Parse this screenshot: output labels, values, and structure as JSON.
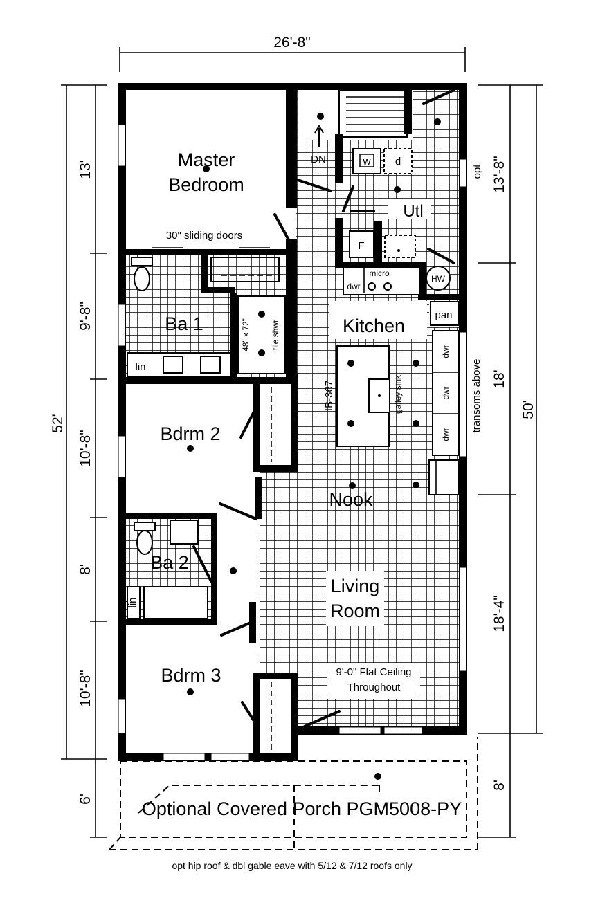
{
  "plan": {
    "porch_title": "Optional Covered Porch PGM5008-PY",
    "footnote": "opt hip roof & dbl gable eave with 5/12 & 7/12 roofs only",
    "ceiling_note_1": "9'-0\" Flat Ceiling",
    "ceiling_note_2": "Throughout"
  },
  "dimensions": {
    "overall_width": "26'-8\"",
    "overall_depth": "52'",
    "left": [
      "13'",
      "9'-8\"",
      "10'-8\"",
      "8'",
      "10'-8\"",
      "6'"
    ],
    "right": [
      "13'-8\"",
      "18'",
      "18'-4\"",
      "8'"
    ],
    "right_total": "50'"
  },
  "rooms": {
    "master_1": "Master",
    "master_2": "Bedroom",
    "ba1": "Ba 1",
    "bdrm2": "Bdrm 2",
    "ba2": "Ba 2",
    "bdrm3": "Bdrm 3",
    "kitchen": "Kitchen",
    "nook": "Nook",
    "living_1": "Living",
    "living_2": "Room",
    "utl": "Utl"
  },
  "labels": {
    "sliding_doors": "30\" sliding doors",
    "shower_1": "48\" x 72\"",
    "shower_2": "tile shwr",
    "lin": "lin",
    "lin2": "lin",
    "dn": "DN",
    "washer": "w",
    "dryer": "d",
    "micro": "micro",
    "dwr": "dwr",
    "hw": "HW",
    "pan": "pan",
    "dwr1": "dwr",
    "dwr2": "dwr",
    "dwr3": "dwr",
    "island": "IB-367",
    "galley_sink": "galley sink",
    "transoms": "transoms above",
    "opt": "opt",
    "f": "F"
  }
}
